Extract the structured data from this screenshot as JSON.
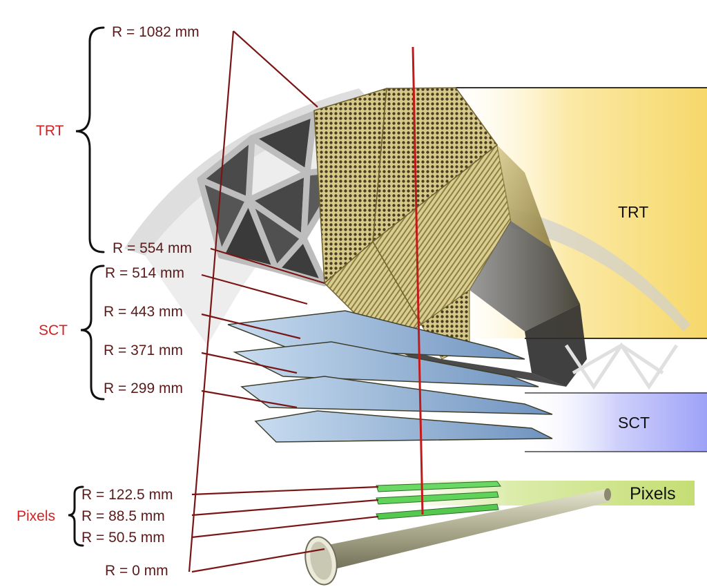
{
  "groups": {
    "trt": "TRT",
    "sct": "SCT",
    "pixels": "Pixels"
  },
  "radii": {
    "trt_outer": "R = 1082 mm",
    "trt_inner": "R = 554 mm",
    "sct_1": "R = 514 mm",
    "sct_2": "R = 443 mm",
    "sct_3": "R = 371 mm",
    "sct_4": "R = 299 mm",
    "pix_1": "R = 122.5 mm",
    "pix_2": "R = 88.5 mm",
    "pix_3": "R = 50.5 mm",
    "beam": "R = 0 mm"
  },
  "bands": {
    "trt": "TRT",
    "sct": "SCT",
    "pixels": "Pixels"
  },
  "colors": {
    "group_label": "#d42020",
    "radius_label": "#5a1a1a",
    "leader_line": "#7a1515",
    "trt_band": "#f7da6e",
    "sct_band": "#a0a4f8",
    "pixel_band": "#c9e07a",
    "trt_straws": "#bfae6a",
    "sct_modules": "#8fb4dc",
    "pixel_modules": "#5fd35a",
    "beam_pipe": "#b9b89a"
  }
}
